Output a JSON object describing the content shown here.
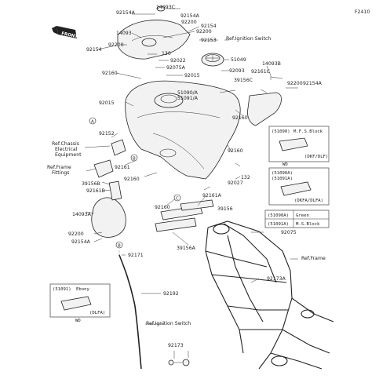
{
  "page": {
    "ref_code": "F2410",
    "front_label": "FRONT"
  },
  "callouts": {
    "c1": "14093C",
    "c2": "92154A",
    "c3": "92154A",
    "c4": "92200",
    "c5": "92200",
    "c6": "14093",
    "c7": "92154",
    "c8": "92153",
    "c9": "92154",
    "c10": "92200",
    "c11": "130",
    "c12": "92022",
    "c13": "92075A",
    "c14": "92160",
    "c15": "92015",
    "c16": "51049",
    "c17": "14093B",
    "c18": "92093",
    "c19": "92161C",
    "c20": "39156C",
    "c21": "92200",
    "c22": "92154A",
    "c23": "51090/A",
    "c24": "51091/A",
    "c25": "92015",
    "c26": "92160",
    "c27": "92152",
    "c28": "92160",
    "c29": "39156B",
    "c30": "92161B",
    "c31": "92161",
    "c32": "92160",
    "c33": "92027",
    "c34": "132",
    "c35": "92161A",
    "c36": "14093A",
    "c37": "92160",
    "c38": "39156",
    "c39": "92200",
    "c40": "92154A",
    "c41": "39156A",
    "c42": "92075",
    "c43": "92171",
    "c44": "92173A",
    "c45": "92192",
    "c46": "92173"
  },
  "refs": {
    "ign_top": "Ref.Ignition Switch",
    "chassis": [
      "Ref.Chassis",
      "Electrical",
      "Equipment"
    ],
    "frame_fit": [
      "Ref.Frame",
      "Fittings"
    ],
    "frame": "Ref.Frame",
    "ign_bottom": "Ref.Ignition Switch"
  },
  "markers": {
    "a": "A",
    "b": "B",
    "c": "C"
  },
  "boxes": {
    "mfs": {
      "code": "(51090)",
      "desc": "M.F.S.Block",
      "tag": "(DKF/DLF)",
      "wd": "WD"
    },
    "dkfa": {
      "code1": "(51090A)",
      "code2": "(51091A)",
      "tag": "(DKFA/DLFA)"
    },
    "table": {
      "r1c1": "(51090A)",
      "r1c2": "Green",
      "r2c1": "(51091A)",
      "r2c2": "M.S.Block"
    },
    "ebony": {
      "code": "(51091)",
      "desc": "Ebony",
      "tag": "(DLFA)",
      "wd": "WD"
    }
  },
  "colors": {
    "ink": "#222222",
    "part_fill": "#f2f2f2",
    "accent": "#444444"
  }
}
